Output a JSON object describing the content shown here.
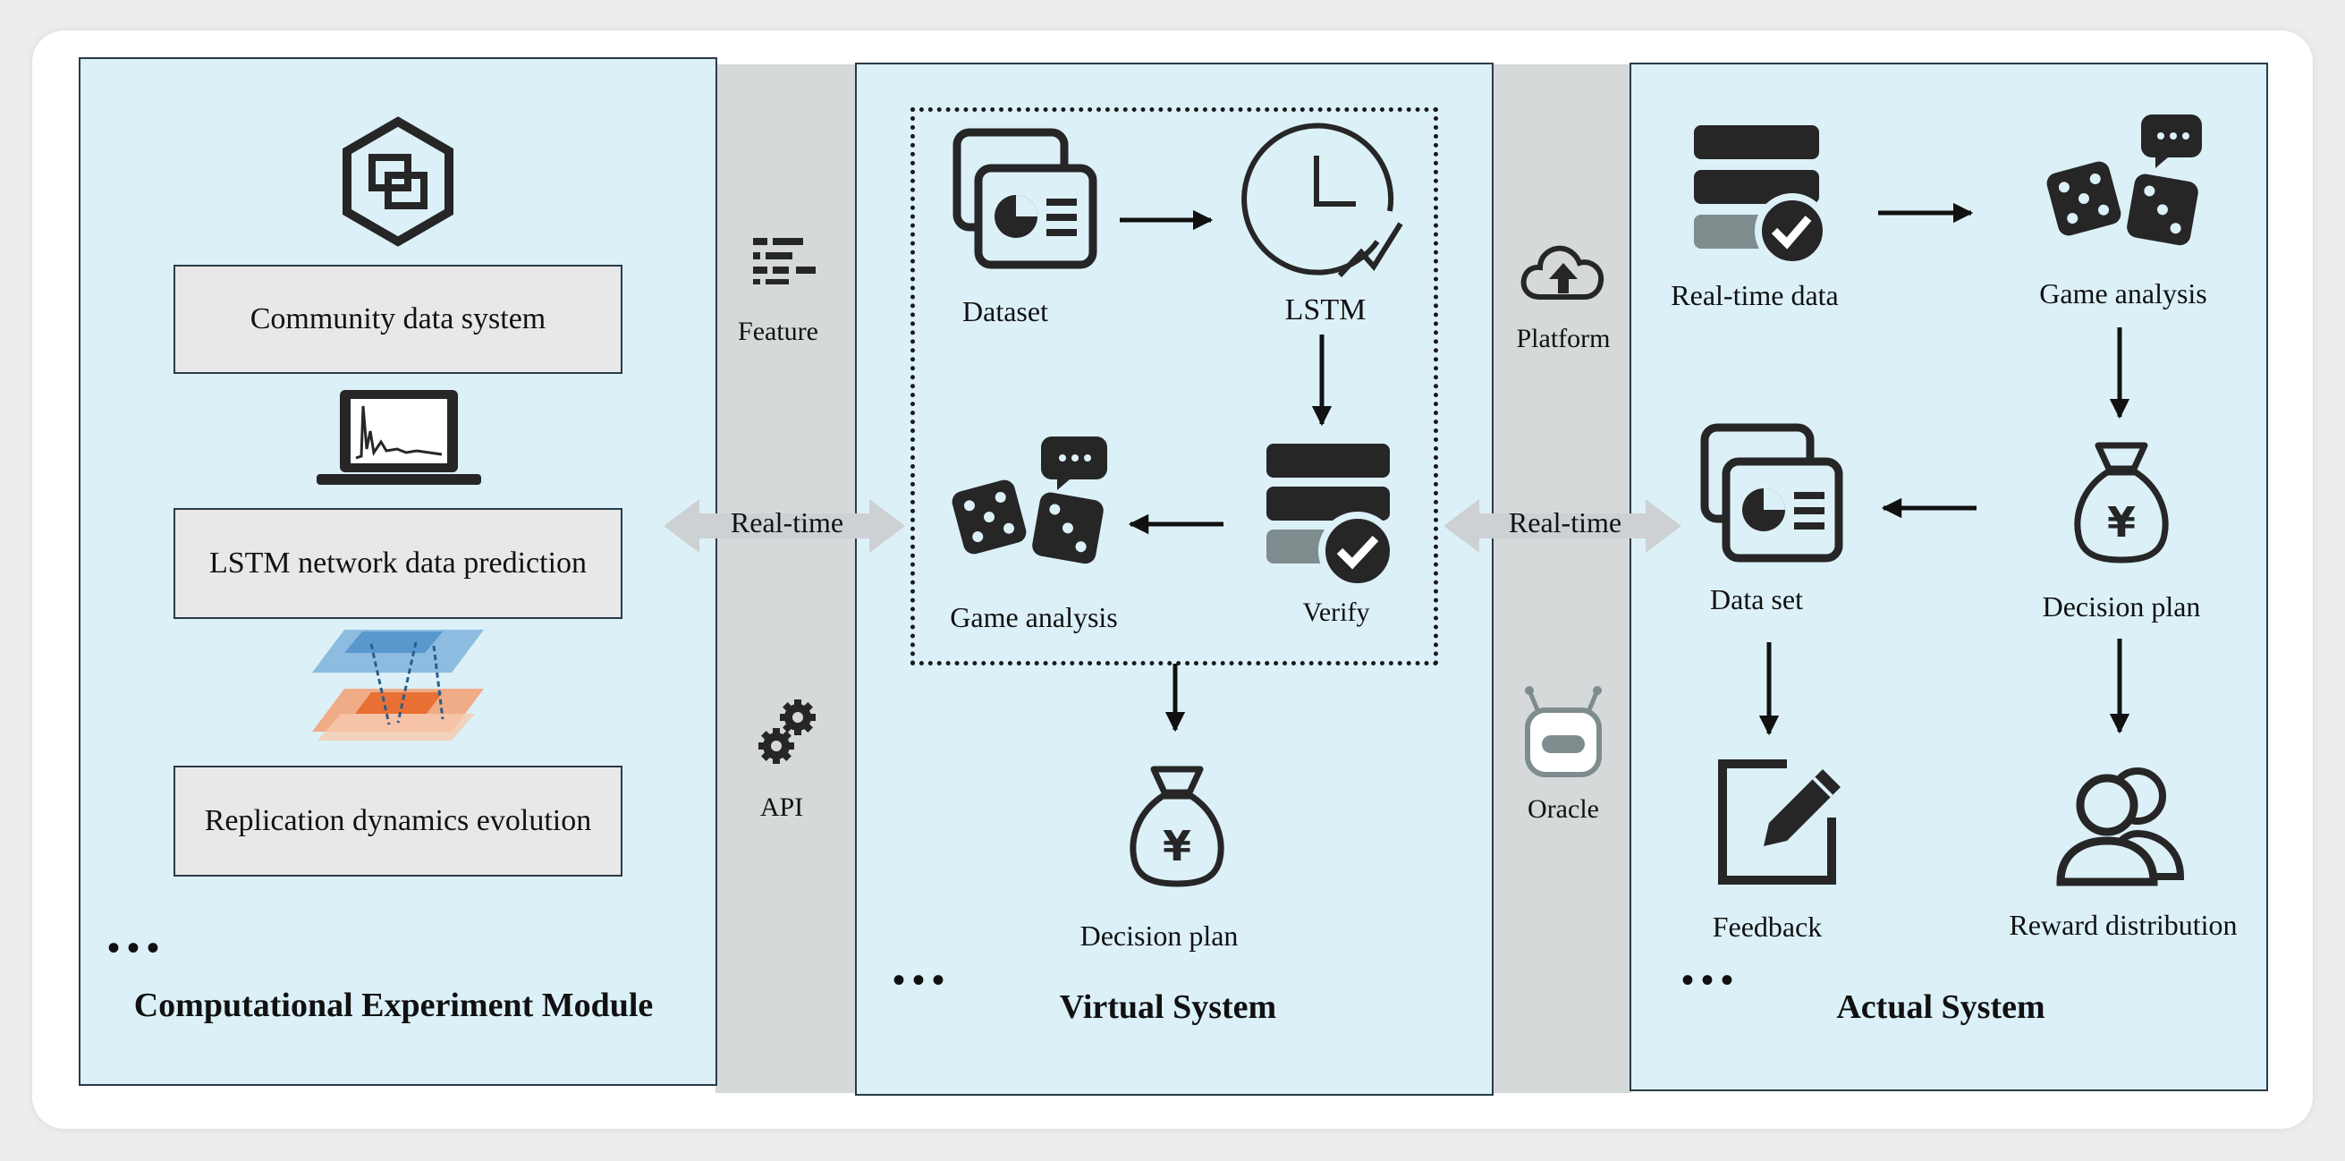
{
  "left_panel": {
    "items": [
      "Community data system",
      "LSTM network data prediction",
      "Replication dynamics evolution"
    ],
    "ellipsis": "•••",
    "title": "Computational Experiment Module"
  },
  "band1": {
    "feature_label": "Feature",
    "realtime_label": "Real-time",
    "api_label": "API"
  },
  "virtual_system": {
    "dataset_label": "Dataset",
    "lstm_label": "LSTM",
    "verify_label": "Verify",
    "game_analysis_label": "Game analysis",
    "decision_plan_label": "Decision plan",
    "ellipsis": "•••",
    "title": "Virtual System"
  },
  "band2": {
    "platform_label": "Platform",
    "realtime_label": "Real-time",
    "oracle_label": "Oracle"
  },
  "actual_system": {
    "realtime_data_label": "Real-time data",
    "game_analysis_label": "Game analysis",
    "data_set_label": "Data set",
    "decision_plan_label": "Decision plan",
    "feedback_label": "Feedback",
    "reward_distribution_label": "Reward distribution",
    "ellipsis": "•••",
    "title": "Actual System"
  },
  "colors": {
    "panel_bg": "#dcf0f8",
    "band_bg": "#d6d9da",
    "icon_dark": "#262626",
    "icon_grey": "#7f8c8d"
  }
}
